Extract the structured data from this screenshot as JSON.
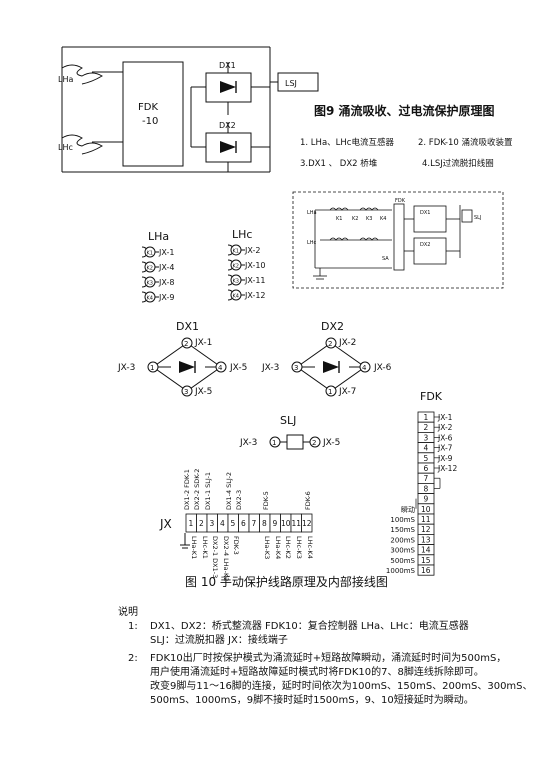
{
  "fig9": {
    "fdk_label": "FDK",
    "fdk_num": "-10",
    "lha": "LHa",
    "lhc": "LHc",
    "dx1": "DX1",
    "dx2": "DX2",
    "lsj": "LSJ",
    "title": "图9  涌流吸收、过电流保护原理图",
    "legend": [
      "1. LHa、LHc电流互感器",
      "2. FDK-10 涌流吸收装置",
      "3.DX1 、 DX2 桥堆",
      "4.LSJ过流脱扣线圈"
    ]
  },
  "inset": {
    "lha": "LHa",
    "lhc": "LHc",
    "k1": "K1",
    "k2": "K2",
    "k3": "K3",
    "k4": "K4",
    "fdk": "FDK",
    "dx1": "DX1",
    "dx2": "DX2",
    "slj": "SLJ",
    "sa": "SA"
  },
  "ct": {
    "lha_title": "LHa",
    "lhc_title": "LHc",
    "lha_rows": [
      {
        "k": "K1",
        "jx": "JX-1"
      },
      {
        "k": "K2",
        "jx": "JX-4"
      },
      {
        "k": "K3",
        "jx": "JX-8"
      },
      {
        "k": "K4",
        "jx": "JX-9"
      }
    ],
    "lhc_rows": [
      {
        "k": "K1",
        "jx": "JX-2"
      },
      {
        "k": "K2",
        "jx": "JX-10"
      },
      {
        "k": "K3",
        "jx": "JX-11"
      },
      {
        "k": "K4",
        "jx": "JX-12"
      }
    ]
  },
  "bridges": {
    "dx1": {
      "title": "DX1",
      "top": "JX-1",
      "left": "JX-3",
      "right": "JX-5",
      "bottom": "JX-5"
    },
    "dx2": {
      "title": "DX2",
      "top": "JX-2",
      "left": "JX-3",
      "right": "JX-6",
      "bottom": "JX-7"
    }
  },
  "slj": {
    "title": "SLJ",
    "left": "JX-3",
    "right": "JX-5"
  },
  "fdk_strip": {
    "title": "FDK",
    "pins": [
      "1",
      "2",
      "3",
      "4",
      "5",
      "6",
      "7",
      "8",
      "9",
      "10",
      "11",
      "12",
      "13",
      "14",
      "15",
      "16"
    ],
    "right_labels": [
      "JX-1",
      "JX-2",
      "JX-6",
      "JX-7",
      "JX-9",
      "JX-12"
    ],
    "delay_labels": [
      "瞬动",
      "100mS",
      "150mS",
      "200mS",
      "300mS",
      "500mS",
      "1000mS"
    ]
  },
  "jx_strip": {
    "title": "JX",
    "pins": [
      "1",
      "2",
      "3",
      "4",
      "5",
      "6",
      "7",
      "8",
      "9",
      "10",
      "11",
      "12"
    ],
    "top_labels": [
      "DX1-2 FDK-1",
      "DX2-2 SDK-2",
      "DX1-1 SLJ-1",
      "DX1-4 SLJ-2",
      "DX2-3",
      "FDK-5",
      "FDK-6"
    ],
    "bottom_labels": [
      "LHa-K1",
      "LHc-K1",
      "DX2-1 DX1-3",
      "DX2-4 LHa-K2",
      "FDK-3",
      "LHa-K3",
      "LHa-K4",
      "LHc-K2",
      "LHc-K3",
      "LHc-K4"
    ]
  },
  "fig10_title": "图 10   手动保护线路原理及内部接线图",
  "notes": {
    "heading": "说明",
    "n1_num": "1:",
    "n1_line1": "DX1、DX2：桥式整流器  FDK10：复合控制器  LHa、LHc：电流互感器",
    "n1_line2": "SLJ：过流脱扣器    JX：接线端子",
    "n2_num": "2:",
    "n2_line1": "FDK10出厂时按保护模式为涌流延时+短路故障瞬动，涌流延时时间为500mS，",
    "n2_line2": "用户使用涌流延时+短路故障延时模式时将FDK10的7、8脚连线拆除即可。",
    "n2_line3": "改变9脚与11～16脚的连接，延时时间依次为100mS、150mS、200mS、300mS、",
    "n2_line4": "500mS、1000mS，9脚不接时延时1500mS，9、10短接延时为瞬动。"
  }
}
